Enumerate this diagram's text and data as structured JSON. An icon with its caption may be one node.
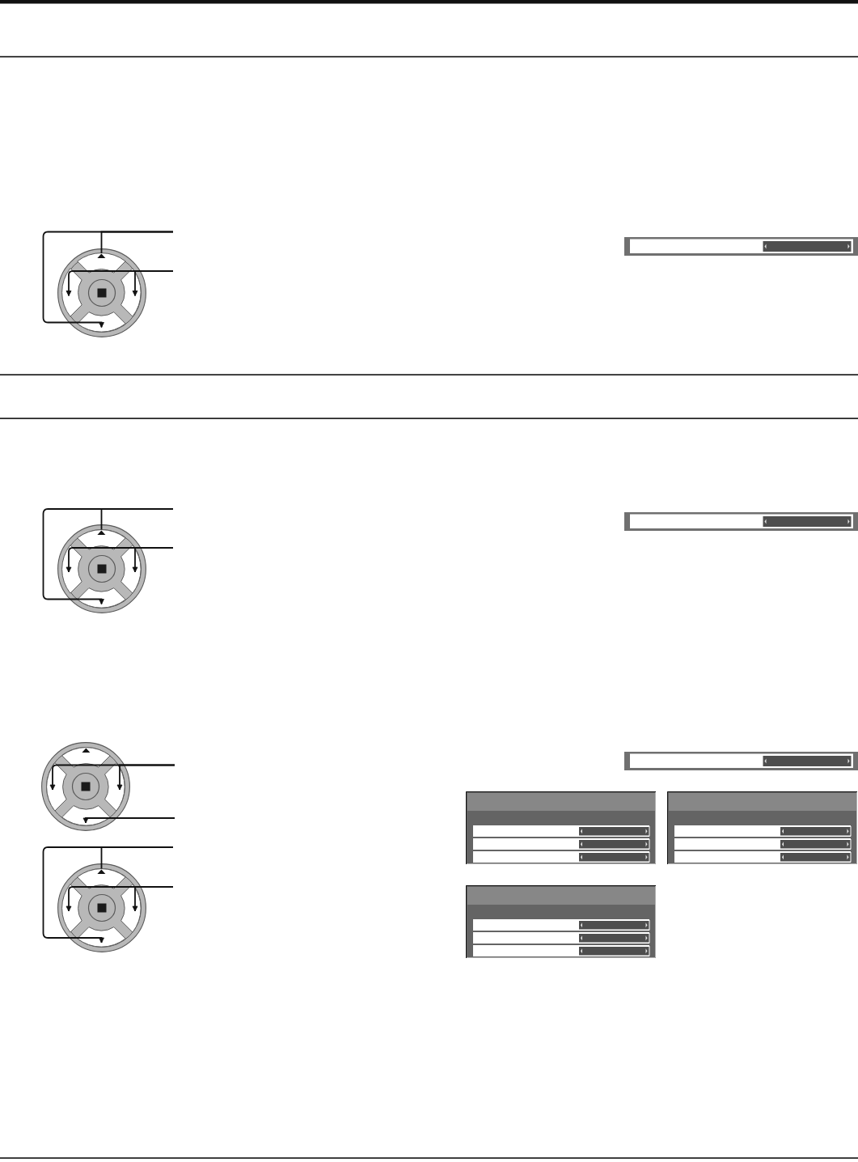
{
  "diagram": {
    "nodes": [
      {
        "text": [],
        "shape": "circle"
      },
      {
        "text": [],
        "shape": "button",
        "in": 0
      },
      {
        "text": [],
        "shape": "button",
        "in": 0
      },
      {
        "text": [],
        "shape": "button",
        "in": 0
      },
      {
        "text": [],
        "shape": "button",
        "in": 0
      },
      {
        "text": [],
        "shape": "circle"
      },
      {
        "text": [],
        "shape": "button",
        "in": 5
      },
      {
        "text": [],
        "shape": "button",
        "in": 5
      },
      {
        "text": [],
        "shape": "button",
        "in": 5
      },
      {
        "text": [],
        "shape": "button",
        "in": 5
      },
      {
        "text": [],
        "shape": "circle"
      },
      {
        "text": [],
        "shape": "button",
        "in": 10
      },
      {
        "text": [],
        "shape": "button",
        "in": 10
      },
      {
        "text": [],
        "shape": "button",
        "in": 10
      },
      {
        "text": [],
        "shape": "button",
        "in": 10
      },
      {
        "text": [],
        "shape": "circle"
      },
      {
        "text": [],
        "shape": "button",
        "in": 15
      },
      {
        "text": [],
        "shape": "button",
        "in": 15
      },
      {
        "text": [],
        "shape": "button",
        "in": 15
      },
      {
        "text": [],
        "shape": "button",
        "in": 15
      }
    ],
    "edges": [
      {
        "from": null,
        "to": 1,
        "arrow": "none"
      },
      {
        "from": null,
        "to": 4,
        "arrow": "to"
      },
      {
        "from": null,
        "to": 2,
        "arrow": "to"
      },
      {
        "from": null,
        "to": 3,
        "arrow": "to"
      },
      {
        "from": null,
        "to": 6,
        "arrow": "none"
      },
      {
        "from": null,
        "to": 9,
        "arrow": "to"
      },
      {
        "from": null,
        "to": 7,
        "arrow": "to"
      },
      {
        "from": null,
        "to": 8,
        "arrow": "to"
      },
      {
        "from": null,
        "to": 12,
        "arrow": "to"
      },
      {
        "from": null,
        "to": 13,
        "arrow": "to"
      },
      {
        "from": null,
        "to": 14,
        "arrow": "to"
      },
      {
        "from": null,
        "to": 16,
        "arrow": "none"
      },
      {
        "from": null,
        "to": 19,
        "arrow": "to"
      },
      {
        "from": null,
        "to": 17,
        "arrow": "to"
      },
      {
        "from": null,
        "to": 18,
        "arrow": "to"
      }
    ]
  }
}
